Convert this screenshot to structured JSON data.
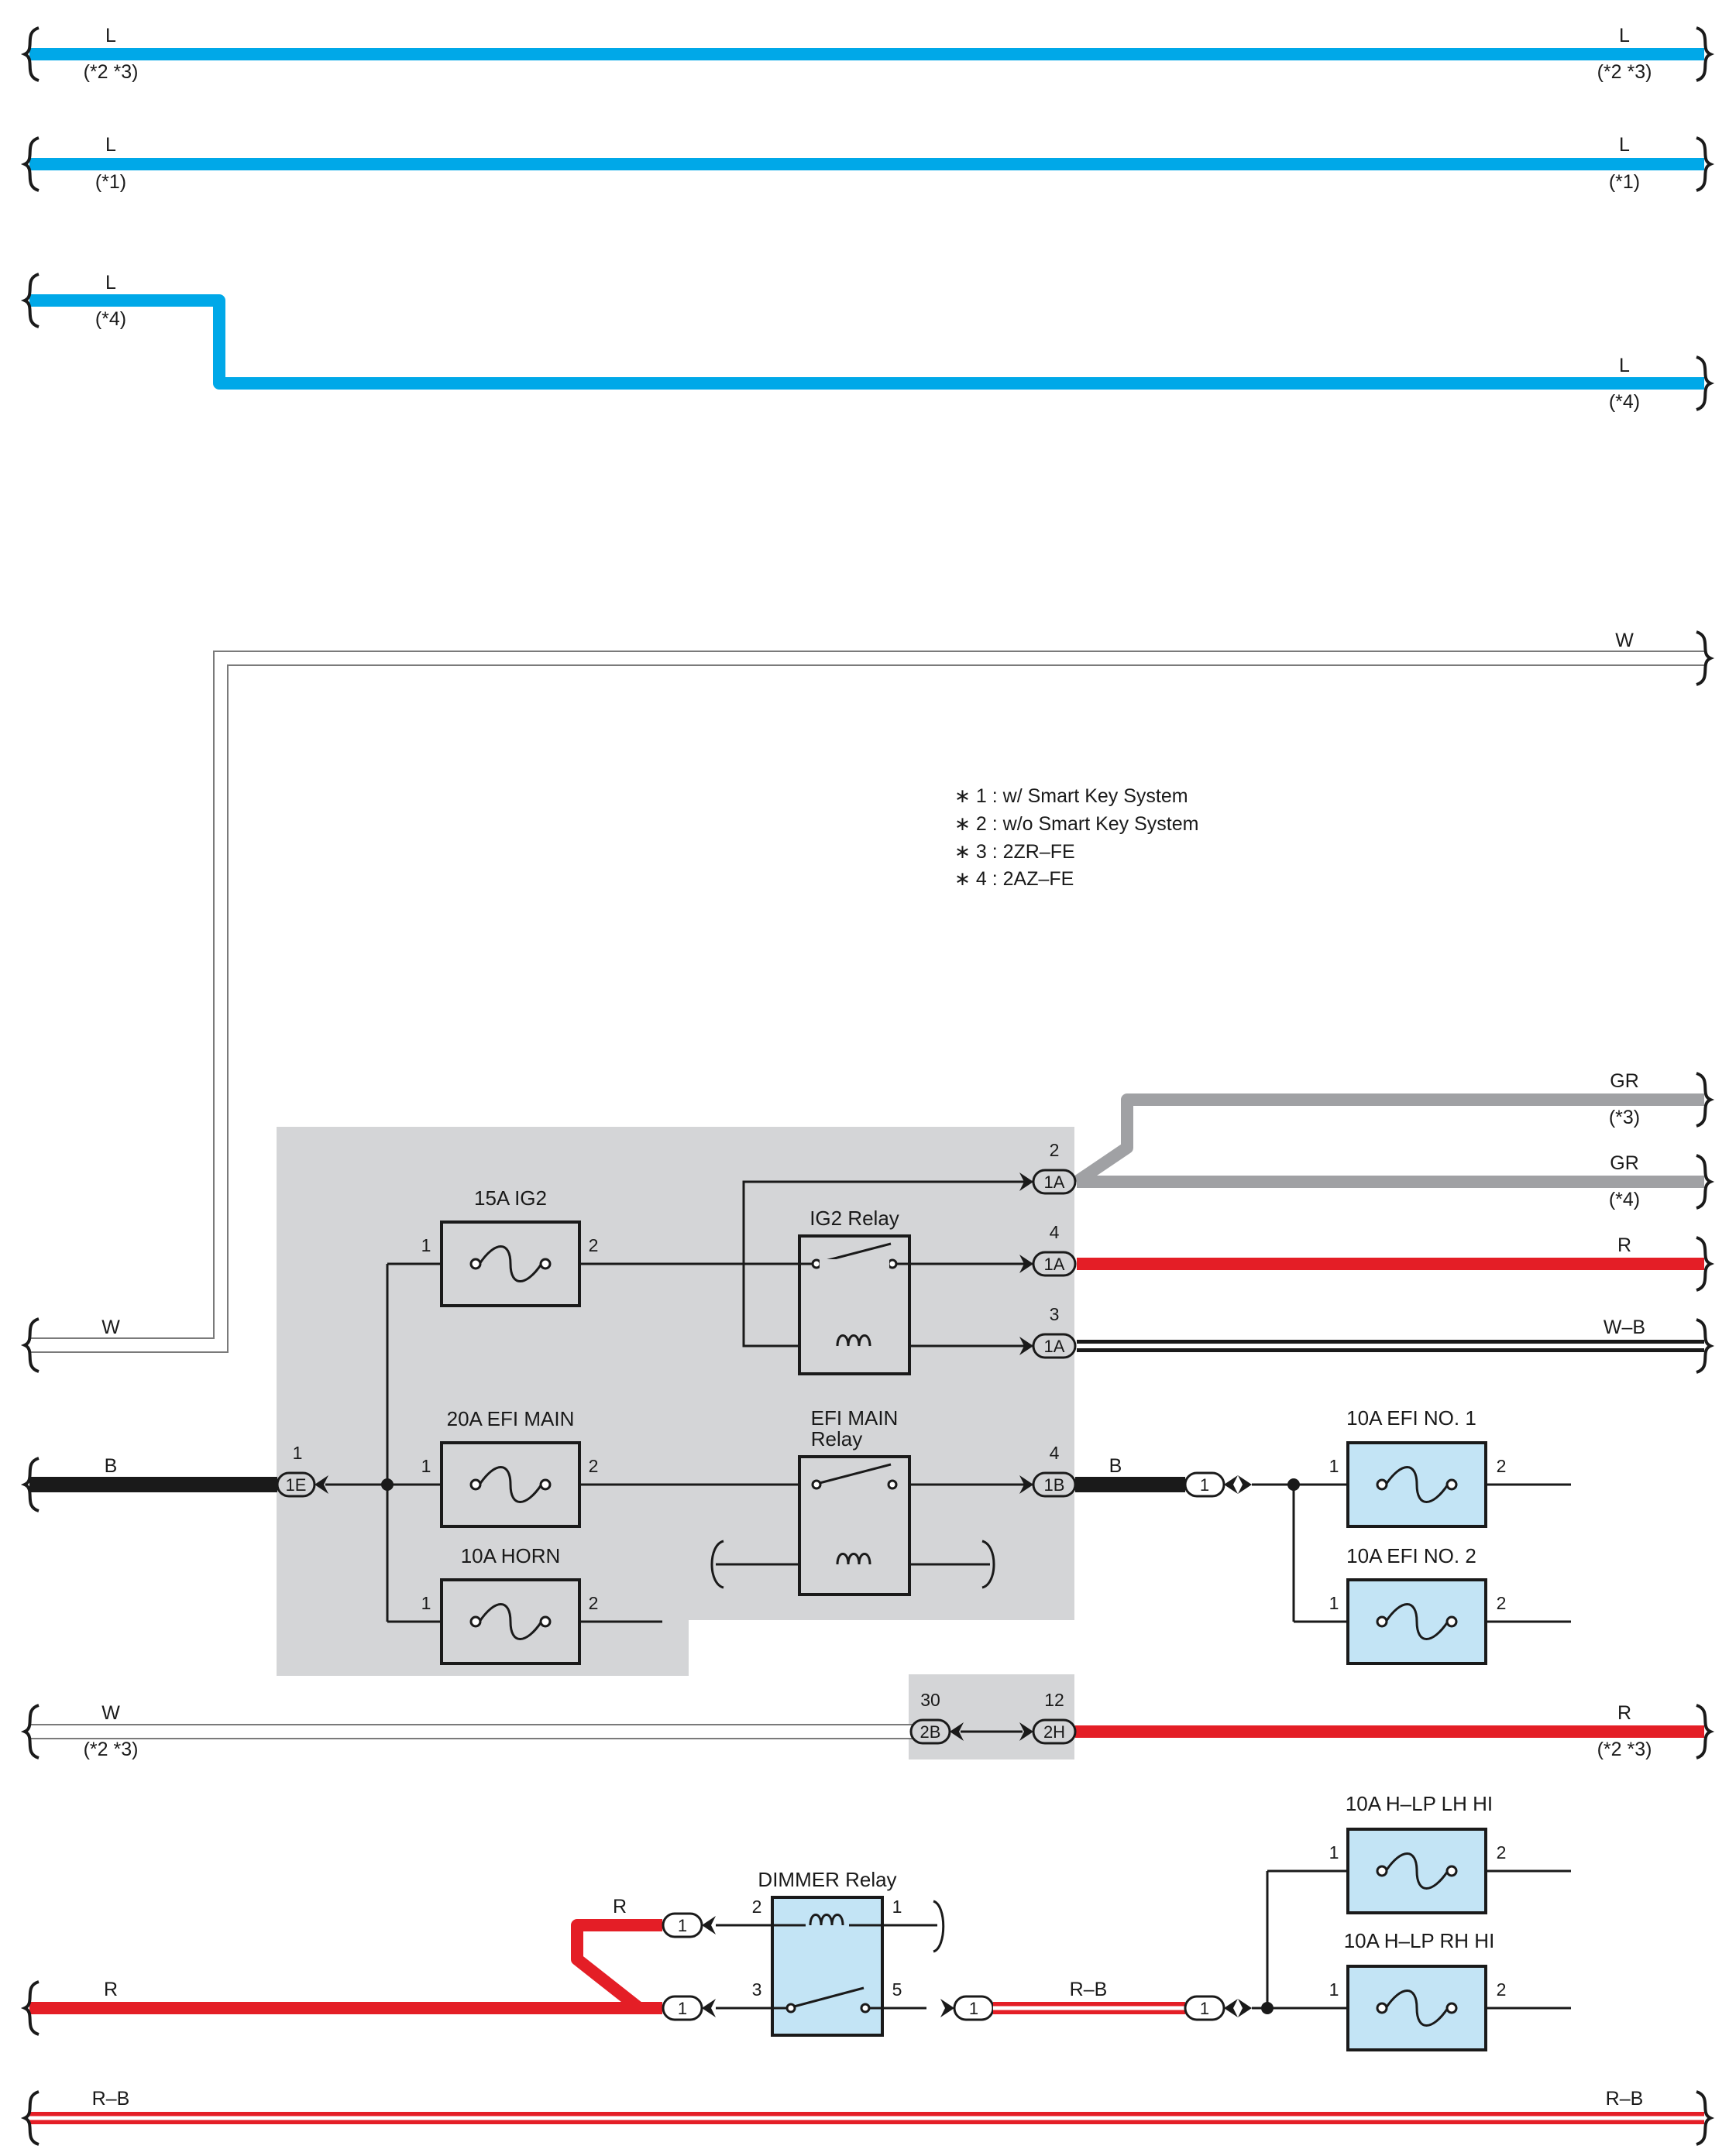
{
  "colors": {
    "blue": "#00a8e8",
    "red": "#e41e26",
    "black": "#1a1a1a",
    "gray_wire": "#a0a1a4",
    "box_gray": "#d4d5d7",
    "light_blue": "#c3e4f5",
    "white_wire": "#ffffff"
  },
  "wires": {
    "l_top": {
      "color": "L",
      "note": "(*2 *3)",
      "note_right": "(*2 *3)",
      "color_right": "L"
    },
    "l_mid": {
      "color": "L",
      "note": "(*1)",
      "note_right": "(*1)",
      "color_right": "L"
    },
    "l_low": {
      "color": "L",
      "note": "(*4)",
      "note_right": "(*4)",
      "color_right": "L"
    },
    "w_top_right": {
      "color": "W"
    },
    "w_left": {
      "color": "W"
    },
    "gr1": {
      "color": "GR",
      "note": "(*3)"
    },
    "gr2": {
      "color": "GR",
      "note": "(*4)"
    },
    "r_ig2": {
      "color": "R"
    },
    "wb": {
      "color": "W–B"
    },
    "b_left": {
      "color": "B"
    },
    "b_mid": {
      "color": "B"
    },
    "w_2b": {
      "color": "W",
      "note": "(*2 *3)"
    },
    "r_2h": {
      "color": "R",
      "note": "(*2 *3)"
    },
    "r_dimmer_up": {
      "color": "R"
    },
    "r_left": {
      "color": "R"
    },
    "rb_mid": {
      "color": "R–B"
    },
    "rb_bottom_left": {
      "color": "R–B"
    },
    "rb_bottom_right": {
      "color": "R–B"
    }
  },
  "legend": [
    "∗ 1 : w/ Smart Key System",
    "∗ 2 : w/o Smart Key System",
    "∗ 3 : 2ZR–FE",
    "∗ 4 : 2AZ–FE"
  ],
  "fuses": {
    "ig2": {
      "label": "15A IG2",
      "pin_left": "1",
      "pin_right": "2"
    },
    "efi_main": {
      "label": "20A EFI MAIN",
      "pin_left": "1",
      "pin_right": "2"
    },
    "horn": {
      "label": "10A HORN",
      "pin_left": "1",
      "pin_right": "2"
    },
    "efi1": {
      "label": "10A EFI NO. 1",
      "pin_left": "1",
      "pin_right": "2"
    },
    "efi2": {
      "label": "10A EFI NO. 2",
      "pin_left": "1",
      "pin_right": "2"
    },
    "hlp_lh": {
      "label": "10A H–LP LH HI",
      "pin_left": "1",
      "pin_right": "2"
    },
    "hlp_rh": {
      "label": "10A H–LP RH HI",
      "pin_left": "1",
      "pin_right": "2"
    }
  },
  "relays": {
    "ig2": {
      "label": "IG2 Relay"
    },
    "efi_main": {
      "label1": "EFI MAIN",
      "label2": "Relay"
    },
    "dimmer": {
      "label": "DIMMER Relay",
      "pin_2": "2",
      "pin_1": "1",
      "pin_3": "3",
      "pin_5": "5"
    }
  },
  "connectors": {
    "c1a_2": {
      "id": "1A",
      "pin": "2"
    },
    "c1a_4": {
      "id": "1A",
      "pin": "4"
    },
    "c1a_3": {
      "id": "1A",
      "pin": "3"
    },
    "c1e_1": {
      "id": "1E",
      "pin": "1"
    },
    "c1b_4": {
      "id": "1B",
      "pin": "4"
    },
    "c2b_30": {
      "id": "2B",
      "pin": "30"
    },
    "c2h_12": {
      "id": "2H",
      "pin": "12"
    },
    "j_b": {
      "id": "1"
    },
    "j_dim_up": {
      "id": "1"
    },
    "j_dim_low": {
      "id": "1"
    },
    "j_rb_left": {
      "id": "1"
    },
    "j_rb_right": {
      "id": "1"
    }
  }
}
